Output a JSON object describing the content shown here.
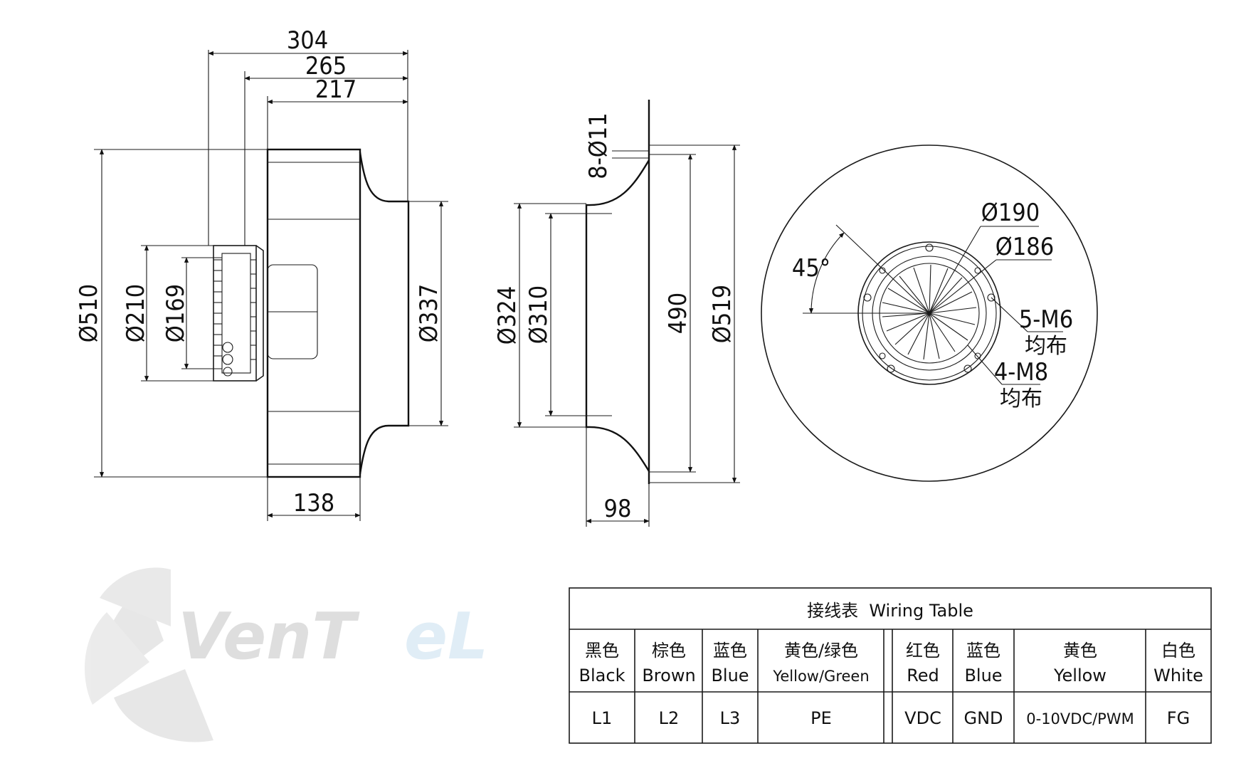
{
  "side_view": {
    "dim_total_length": "304",
    "dim_265": "265",
    "dim_217": "217",
    "dim_outer_diameter": "Ø510",
    "dim_210": "Ø210",
    "dim_169": "Ø169",
    "dim_337": "Ø337",
    "dim_138": "138"
  },
  "inlet_ring_view": {
    "dim_holes": "8-Ø11",
    "dim_324": "Ø324",
    "dim_310": "Ø310",
    "dim_490": "490",
    "dim_519": "Ø519",
    "dim_98": "98"
  },
  "front_view": {
    "dim_190": "Ø190",
    "dim_186": "Ø186",
    "angle": "45°",
    "m6_label": "5-M6",
    "m6_note": "均布",
    "m8_label": "4-M8",
    "m8_note": "均布"
  },
  "logo": {
    "text": "Ventel",
    "colors": {
      "gray": "#c4c4c4",
      "blue": "#c8dff0"
    }
  },
  "wiring_table": {
    "title": "接线表  Wiring Table",
    "columns": [
      {
        "cn": "黑色",
        "en": "Black",
        "value": "L1"
      },
      {
        "cn": "棕色",
        "en": "Brown",
        "value": "L2"
      },
      {
        "cn": "蓝色",
        "en": "Blue",
        "value": "L3"
      },
      {
        "cn": "黄色/绿色",
        "en": "Yellow/Green",
        "value": "PE"
      },
      {
        "cn": "红色",
        "en": "Red",
        "value": "VDC"
      },
      {
        "cn": "蓝色",
        "en": "Blue",
        "value": "GND"
      },
      {
        "cn": "黄色",
        "en": "Yellow",
        "value": "0-10VDC/PWM"
      },
      {
        "cn": "白色",
        "en": "White",
        "value": "FG"
      }
    ]
  }
}
